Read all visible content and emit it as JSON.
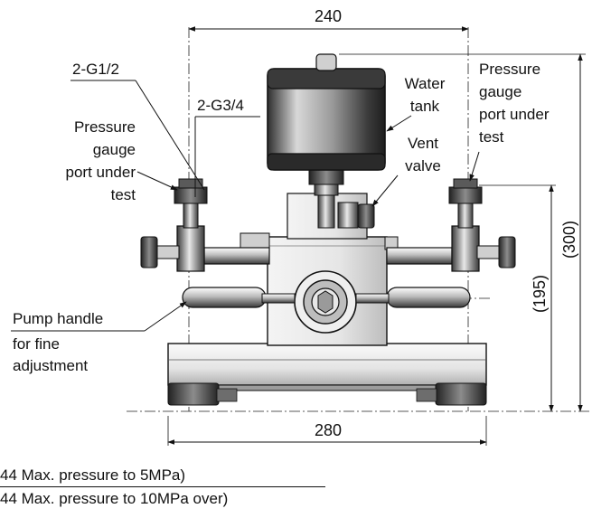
{
  "dimensions": {
    "top_width": "240",
    "bottom_width": "280",
    "height_inner": "(195)",
    "height_outer": "(300)"
  },
  "labels": {
    "port_thread_large": "2-G1/2",
    "port_thread_small": "2-G3/4",
    "left_port": [
      "Pressure",
      "gauge",
      "port under",
      "test"
    ],
    "right_port": [
      "Pressure",
      "gauge",
      "port under",
      "test"
    ],
    "water_tank": [
      "Water",
      "tank"
    ],
    "vent_valve": [
      "Vent",
      "valve"
    ],
    "pump_handle": [
      "Pump handle",
      "for fine",
      "adjustment"
    ]
  },
  "notes": [
    "44 Max. pressure to 5MPa)",
    "44 Max. pressure to 10MPa over)"
  ],
  "colors": {
    "ink": "#111111",
    "metal_light": "#f2f2f2",
    "metal_mid": "#bdbdbd",
    "metal_dark": "#3a3a3a"
  }
}
